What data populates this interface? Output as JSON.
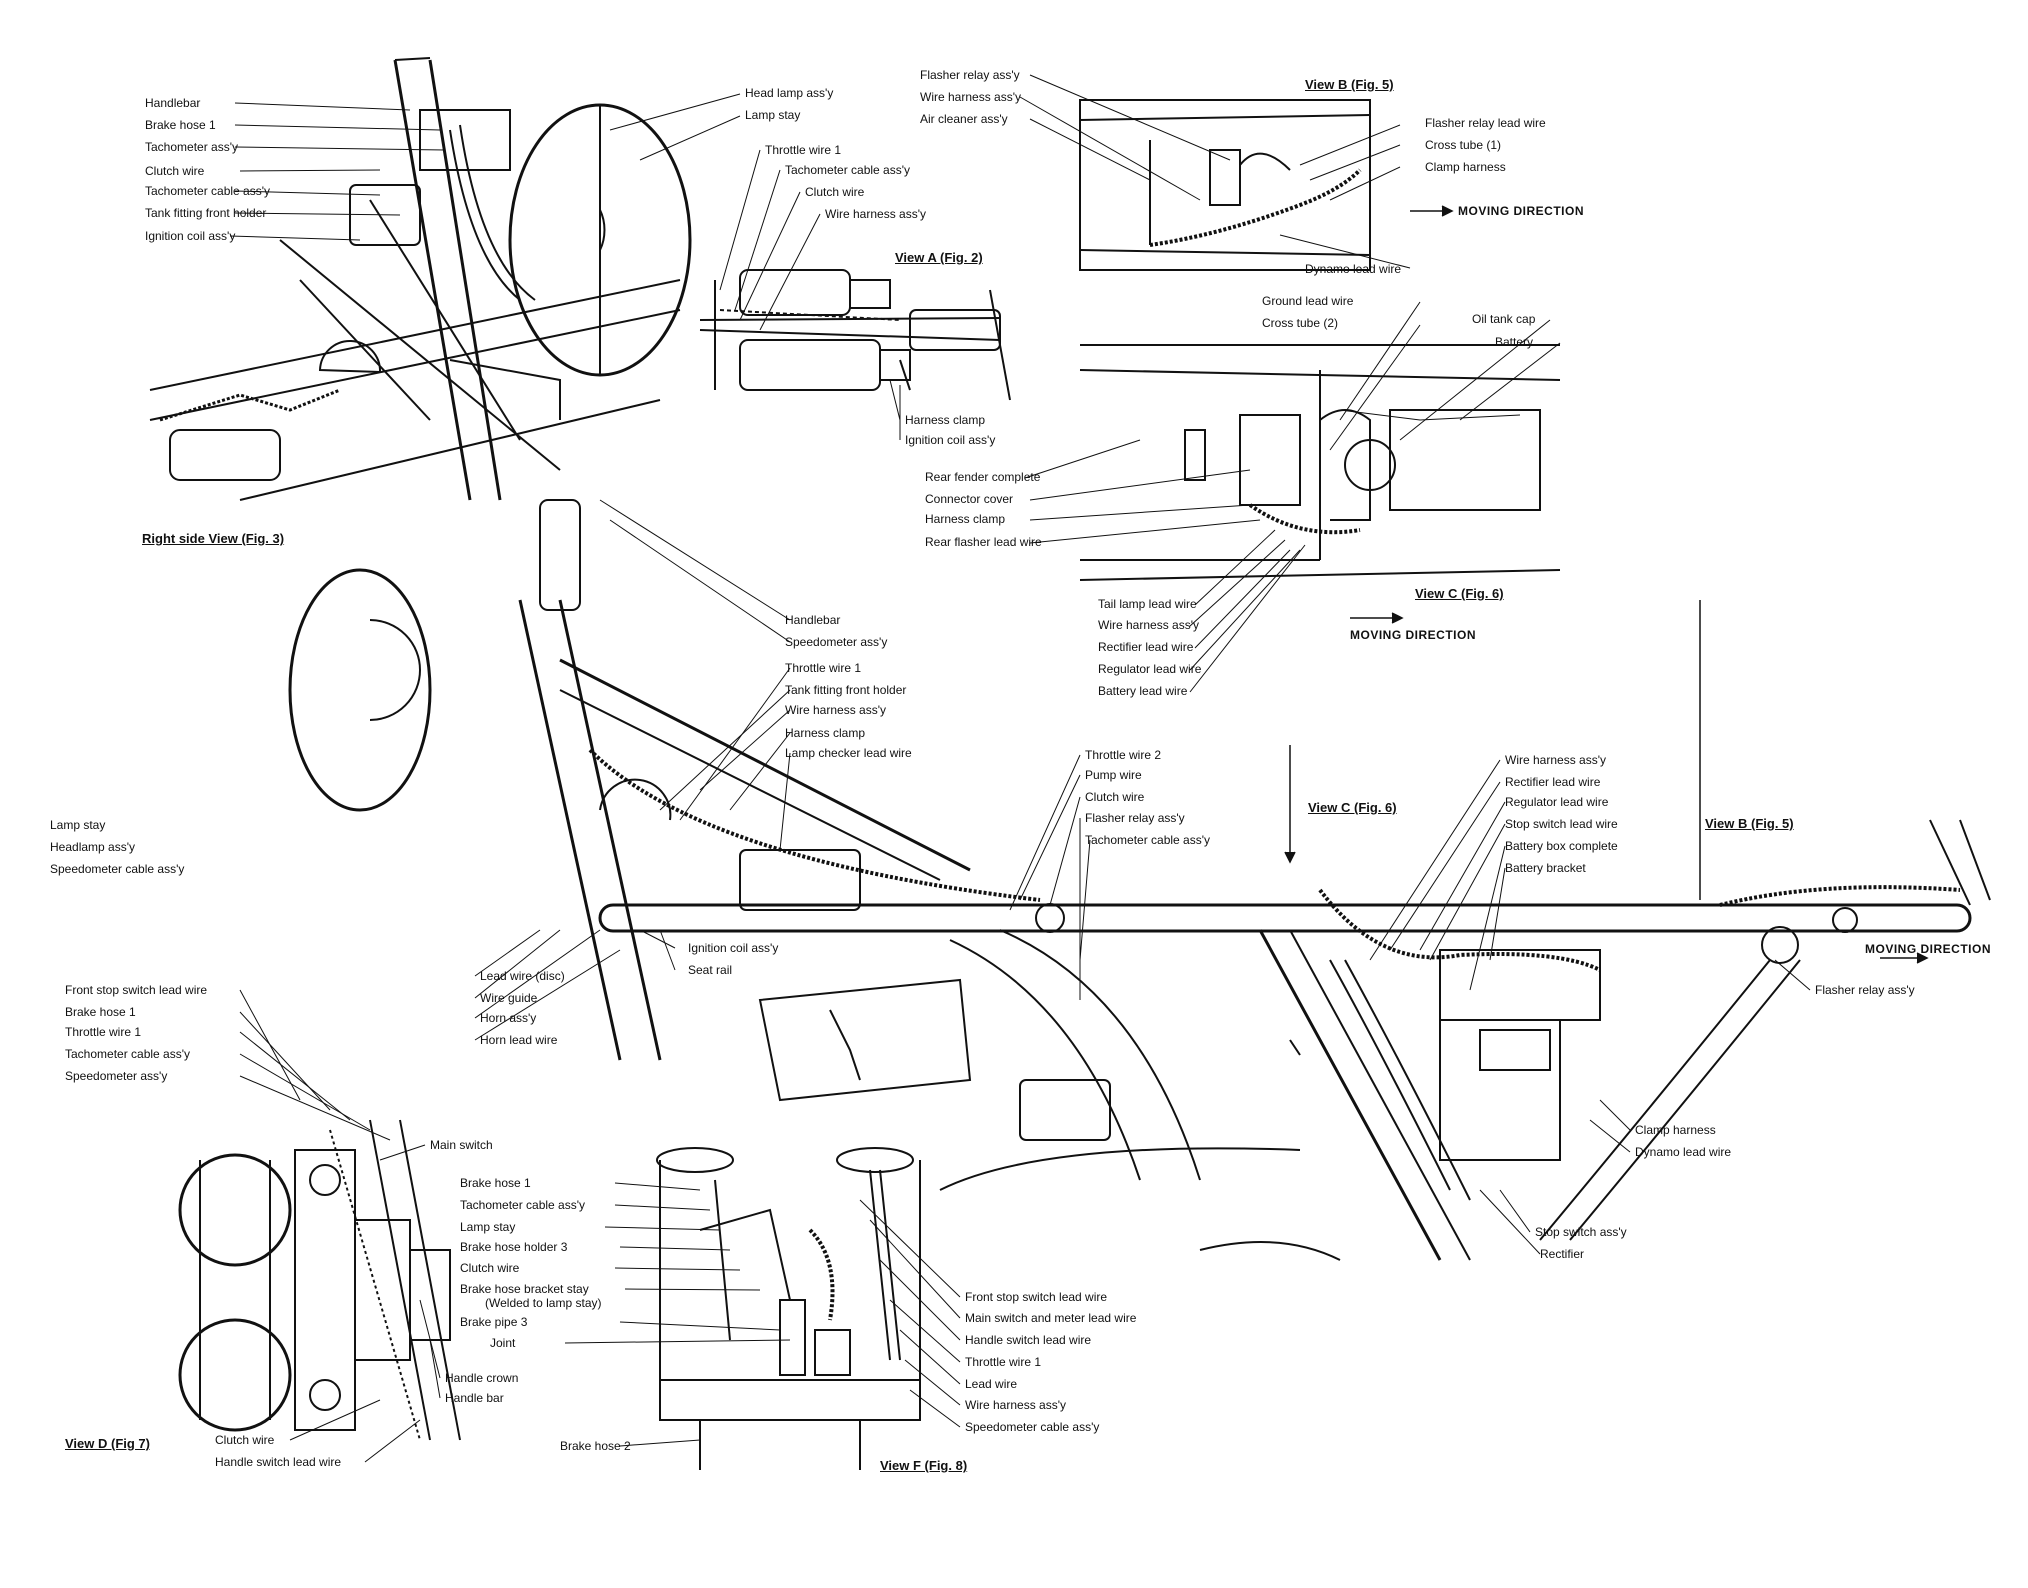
{
  "fig3": {
    "title": "Right side View (Fig. 3)",
    "labels": [
      "Handlebar",
      "Brake hose 1",
      "Tachometer ass'y",
      "Clutch wire",
      "Tachometer cable ass'y",
      "Tank fitting front holder",
      "Ignition coil ass'y",
      "Head lamp ass'y",
      "Lamp stay"
    ]
  },
  "fig2": {
    "title": "View A (Fig. 2)",
    "labels": [
      "Throttle wire 1",
      "Tachometer cable ass'y",
      "Clutch wire",
      "Wire harness ass'y",
      "Harness clamp",
      "Ignition coil ass'y"
    ]
  },
  "fig5": {
    "title": "View B (Fig. 5)",
    "labels": [
      "Flasher relay ass'y",
      "Wire harness ass'y",
      "Air cleaner ass'y",
      "Flasher relay lead wire",
      "Cross tube (1)",
      "Clamp harness",
      "Dynamo lead wire"
    ],
    "direction": "MOVING DIRECTION"
  },
  "fig6": {
    "title": "View C (Fig. 6)",
    "labels": [
      "Ground lead wire",
      "Cross tube (2)",
      "Oil tank cap",
      "Battery",
      "Rear fender complete",
      "Connector cover",
      "Harness clamp",
      "Rear flasher lead wire",
      "Tail lamp lead wire",
      "Wire harness ass'y",
      "Rectifier lead wire",
      "Regulator lead wire",
      "Battery lead wire"
    ],
    "direction": "MOVING DIRECTION"
  },
  "main": {
    "labels_right": [
      "Handlebar",
      "Speedometer ass'y",
      "Throttle wire 1",
      "Tank fitting front holder",
      "Wire harness ass'y",
      "Harness clamp",
      "Lamp checker lead wire"
    ],
    "labels_left": [
      "Lamp stay",
      "Headlamp ass'y",
      "Speedometer cable ass'y"
    ],
    "labels_mid": [
      "Throttle wire 2",
      "Pump wire",
      "Clutch wire",
      "Flasher relay ass'y",
      "Tachometer cable ass'y"
    ],
    "labels_bottom": [
      "Lead wire (disc)",
      "Wire guide",
      "Horn ass'y",
      "Horn lead wire",
      "Ignition coil ass'y",
      "Seat rail"
    ]
  },
  "rear": {
    "view_c": "View C (Fig. 6)",
    "view_b": "View B (Fig. 5)",
    "labels": [
      "Wire harness ass'y",
      "Rectifier lead wire",
      "Regulator lead wire",
      "Stop switch lead wire",
      "Battery box complete",
      "Battery bracket"
    ],
    "direction": "MOVING DIRECTION",
    "flasher": "Flasher relay ass'y",
    "clamp": "Clamp harness",
    "dynamo": "Dynamo lead wire",
    "stop_switch": "Stop switch ass'y",
    "rectifier": "Rectifier"
  },
  "fig7": {
    "title": "View D (Fig 7)",
    "labels": [
      "Front stop switch lead wire",
      "Brake hose 1",
      "Throttle wire 1",
      "Tachometer cable ass'y",
      "Speedometer ass'y"
    ],
    "main_switch": "Main switch",
    "handle_crown": "Handle crown",
    "handle_bar": "Handle bar",
    "clutch": "Clutch wire",
    "handle_switch": "Handle switch lead wire"
  },
  "fig8": {
    "title": "View F (Fig. 8)",
    "labels_left": [
      "Brake hose 1",
      "Tachometer cable ass'y",
      "Lamp stay",
      "Brake hose holder 3",
      "Clutch wire",
      "Brake hose bracket stay",
      "(Welded to lamp stay)",
      "Brake pipe 3",
      "Joint"
    ],
    "brake_hose_2": "Brake hose 2",
    "labels_right": [
      "Front stop switch lead wire",
      "Main switch and meter lead wire",
      "Handle switch lead wire",
      "Throttle wire 1",
      "Lead wire",
      "Wire harness ass'y",
      "Speedometer cable ass'y"
    ]
  }
}
